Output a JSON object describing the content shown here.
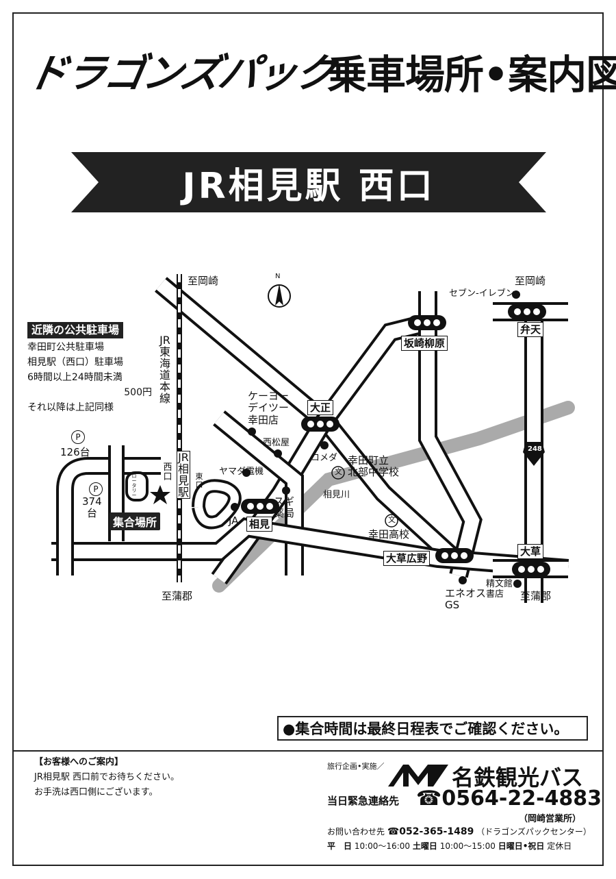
{
  "title": {
    "brand": "ドラゴンズパック",
    "rest": "乗車場所•案内図"
  },
  "banner": {
    "text": "JR相見駅 西口"
  },
  "map": {
    "north": "N",
    "to_okazaki_left": "至岡崎",
    "to_okazaki_right": "至岡崎",
    "to_gamagori_left": "至蒲郡",
    "to_gamagori_right": "至蒲郡",
    "jr_line": "JR東海道本線",
    "jr_station": "JR相見駅",
    "nishiguchi": "西口",
    "higashiguchi": "東口",
    "rotary": "ロータリー",
    "keiyo": "ケーヨー\nデイツー\n幸田店",
    "nishimatsuya": "西松屋",
    "komeda": "コメダ",
    "school_north": "幸田町立\n北部中学校",
    "school_high": "幸田高校",
    "school_mark": "文",
    "yamada": "ヤマダ電機",
    "sugi": "スギ\n薬局",
    "ja": "JA",
    "river": "相見川",
    "seven": "セブン-イレブン",
    "eneos": "エネオス\nGS",
    "seibunkan": "精文館\n書店",
    "route": "248",
    "intersections": {
      "taisho": "大正",
      "sakazaki": "坂崎柳原",
      "benten": "弁天",
      "aimi": "相見",
      "okusa_hirono": "大草広野",
      "okusa": "大草"
    }
  },
  "parking": {
    "title": "近隣の公共駐車場",
    "line1": "幸田町公共駐車場",
    "line2": "相見駅（西口）駐車場",
    "line3": "6時間以上24時間未満",
    "line4": "500円",
    "line5": "それ以降は上記同様",
    "p_mark": "P",
    "lot1": "126台",
    "lot2": "374\n台"
  },
  "meeting_point": "集合場所",
  "notice": "●集合時間は最終日程表でご確認ください。",
  "guide": {
    "title": "【お客様へのご案内】",
    "line1": "JR相見駅 西口前でお待ちください。",
    "line2": "お手洗は西口側にございます。"
  },
  "footer": {
    "organizer": "旅行企画•実施／",
    "company": "名鉄観光バス",
    "emergency_label": "当日緊急連絡先",
    "emergency_phone": "☎0564-22-4883",
    "emergency_note": "（岡崎営業所）",
    "inquiry_label": "お問い合わせ先",
    "inquiry_phone": "☎052-365-1489",
    "inquiry_note": "（ドラゴンズパックセンター）",
    "weekday_label": "平　日",
    "weekday_hours": "10:00〜16:00",
    "saturday_label": "土曜日",
    "saturday_hours": "10:00〜15:00",
    "holiday_label": "日曜日•祝日",
    "holiday_text": "定休日"
  }
}
